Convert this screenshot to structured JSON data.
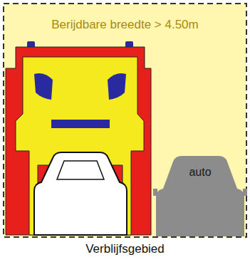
{
  "diagram": {
    "caption": "Verblijfsgebied",
    "nodes": [
      {
        "text": [
          "Berijdbare breedte > 4.50m"
        ]
      },
      {
        "text": [
          "auto"
        ],
        "in": 0
      }
    ]
  }
}
